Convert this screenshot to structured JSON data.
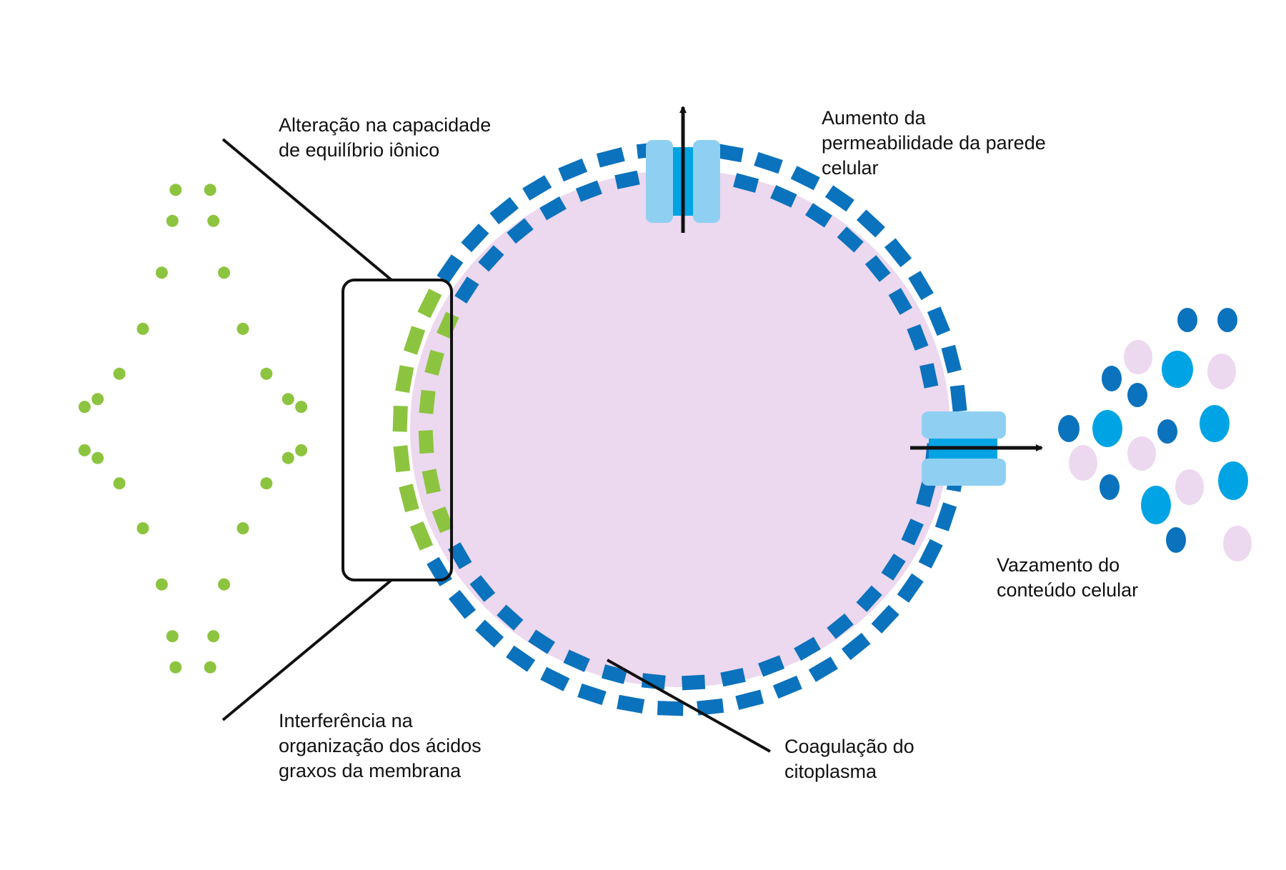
{
  "colors": {
    "cytoplasm": "#ecd8ef",
    "membrane_blue": "#0b72bd",
    "membrane_green": "#8cc43f",
    "channel_light": "#8fd0f2",
    "channel_core": "#00a4e4",
    "leak_dark": "#0b72bd",
    "leak_light": "#00a4e4",
    "leak_pink": "#ecd8ef",
    "line": "#111111"
  },
  "icons": [
    "sparkle-burst-icon",
    "arrow-up-icon",
    "arrow-right-icon"
  ],
  "labels": {
    "ionic": [
      "Alteração na capacidade",
      "de equilíbrio iônico"
    ],
    "permeability": [
      "Aumento da",
      "permeabilidade da parede",
      "celular"
    ],
    "leak": [
      "Vazamento do",
      "conteúdo celular"
    ],
    "fatty": [
      "Interferência na",
      "organização dos ácidos",
      "graxos da membrana"
    ],
    "coag": [
      "Coagulação do",
      "citoplasma"
    ]
  }
}
